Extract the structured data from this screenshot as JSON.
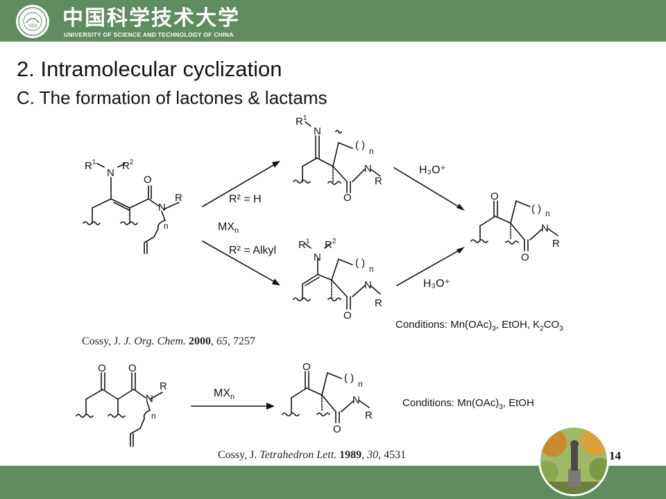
{
  "header": {
    "university_cn": "中国科学技术大学",
    "university_en": "UNIVERSITY OF SCIENCE AND TECHNOLOGY OF CHINA",
    "logo_year": "1958"
  },
  "slide": {
    "title": "2. Intramolecular cyclization",
    "subtitle": "C. The formation of lactones & lactams",
    "page_number": "14"
  },
  "scheme1": {
    "reagent": "MX",
    "reagent_sub": "n",
    "cond_upper": "R² = H",
    "cond_lower": "R² = Alkyl",
    "hydrolysis": "H₃O⁺",
    "conditions_text": "Conditions: Mn(OAc)",
    "conditions_tail": ", EtOH, K",
    "reference": {
      "author": "Cossy, J.",
      "journal": "J. Org. Chem.",
      "year": "2000",
      "volume": "65",
      "page": "7257"
    }
  },
  "scheme2": {
    "reagent": "MX",
    "reagent_sub": "n",
    "conditions_text": "Conditions: Mn(OAc)",
    "conditions_tail": ", EtOH",
    "reference": {
      "author": "Cossy, J.",
      "journal": "Tetrahedron Lett.",
      "year": "1989",
      "volume": "30",
      "page": "4531"
    }
  },
  "colors": {
    "bar_green": "#5f8d5f",
    "text": "#111111"
  }
}
